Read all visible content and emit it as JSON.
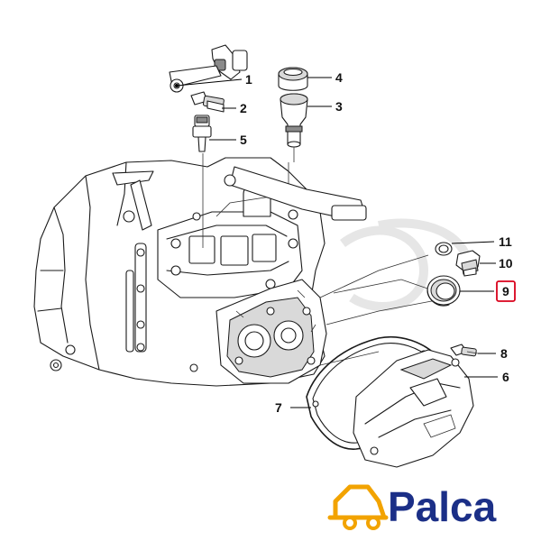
{
  "callouts": [
    {
      "id": "1",
      "label": "1"
    },
    {
      "id": "2",
      "label": "2"
    },
    {
      "id": "3",
      "label": "3"
    },
    {
      "id": "4",
      "label": "4"
    },
    {
      "id": "5",
      "label": "5"
    },
    {
      "id": "6",
      "label": "6"
    },
    {
      "id": "7",
      "label": "7"
    },
    {
      "id": "8",
      "label": "8"
    },
    {
      "id": "9",
      "label": "9",
      "highlighted": true
    },
    {
      "id": "10",
      "label": "10"
    },
    {
      "id": "11",
      "label": "11"
    }
  ],
  "logo": {
    "text": "Palca",
    "text_color": "#1b2f87",
    "icon": "car-icon",
    "icon_color": "#f2a300"
  },
  "highlight_color": "#d9001b"
}
